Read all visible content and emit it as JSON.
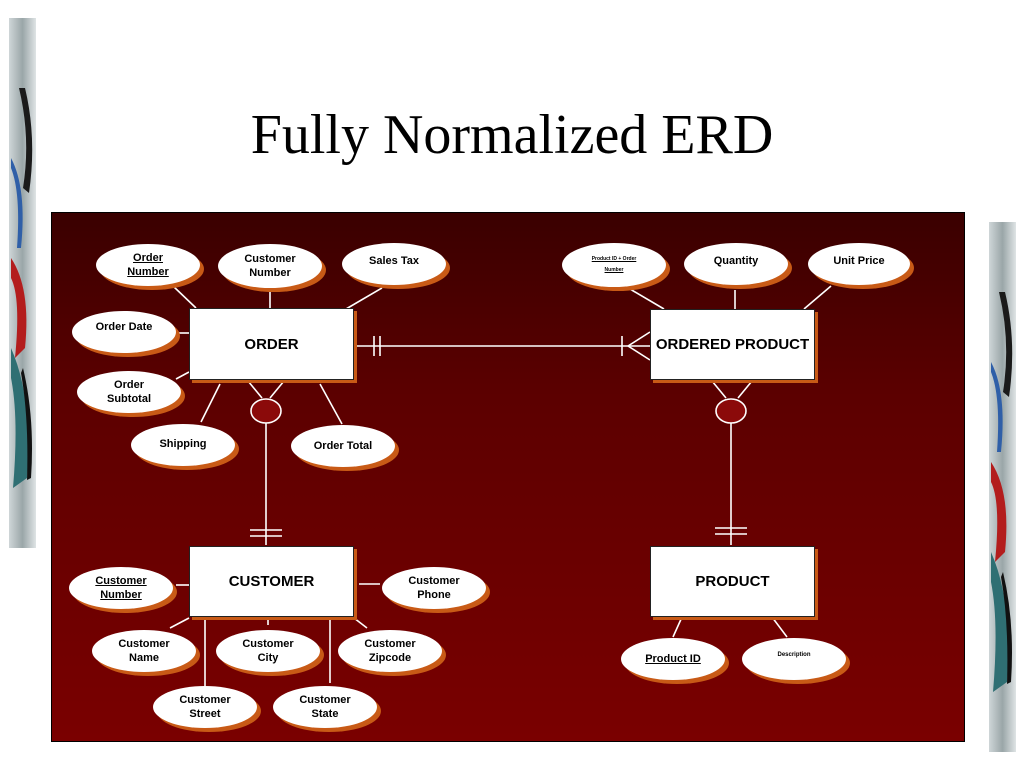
{
  "title": "Fully Normalized ERD",
  "colors": {
    "canvas_top": "#3a0000",
    "canvas_bottom": "#7a0000",
    "shadow": "#c85a16",
    "relationship_circle": "#8b0a0a"
  },
  "entities": {
    "order": "ORDER",
    "ordered_product": "ORDERED PRODUCT",
    "customer": "CUSTOMER",
    "product": "PRODUCT"
  },
  "attributes": {
    "order_number": [
      "Order",
      "Number"
    ],
    "customer_number_order": [
      "Customer",
      "Number"
    ],
    "sales_tax": "Sales Tax",
    "order_date": "Order Date",
    "order_subtotal": [
      "Order",
      "Subtotal"
    ],
    "shipping": "Shipping",
    "order_total": "Order Total",
    "product_id_order_number": [
      "Product ID + Order",
      "Number"
    ],
    "quantity": "Quantity",
    "unit_price": "Unit Price",
    "customer_number_key": [
      "Customer",
      "Number"
    ],
    "customer_phone": [
      "Customer",
      "Phone"
    ],
    "customer_name": [
      "Customer",
      "Name"
    ],
    "customer_city": [
      "Customer",
      "City"
    ],
    "customer_zipcode": [
      "Customer",
      "Zipcode"
    ],
    "customer_street": [
      "Customer",
      "Street"
    ],
    "customer_state": [
      "Customer",
      "State"
    ],
    "product_id": "Product ID",
    "description": "Description"
  }
}
